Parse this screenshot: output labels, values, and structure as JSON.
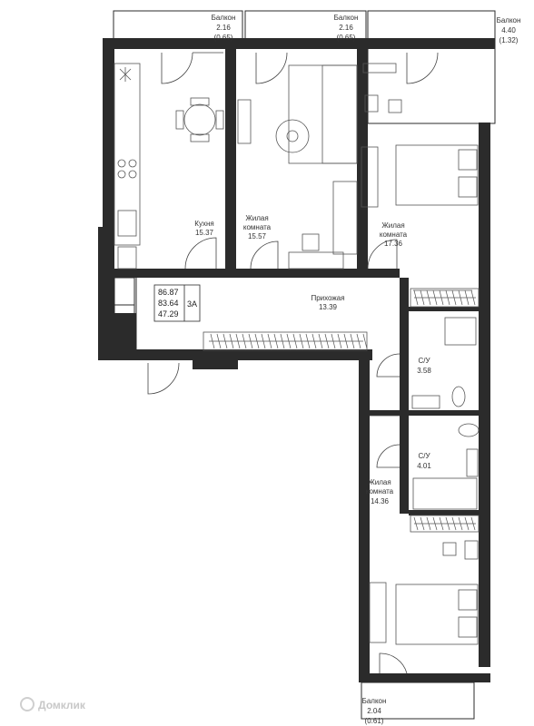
{
  "balconies": [
    {
      "id": "balcony-1",
      "label": "Балкон",
      "area": "2.16",
      "coef": "(0.65)"
    },
    {
      "id": "balcony-2",
      "label": "Балкон",
      "area": "2.16",
      "coef": "(0.65)"
    },
    {
      "id": "balcony-3",
      "label": "Балкон",
      "area": "4.40",
      "coef": "(1.32)"
    },
    {
      "id": "balcony-4",
      "label": "Балкон",
      "area": "2.04",
      "coef": "(0.61)"
    }
  ],
  "rooms": {
    "kitchen": {
      "name": "Кухня",
      "area": "15.37"
    },
    "living1": {
      "name1": "Жилая",
      "name2": "комната",
      "area": "15.57"
    },
    "living2": {
      "name1": "Жилая",
      "name2": "комната",
      "area": "17.36"
    },
    "hall": {
      "name": "Прихожая",
      "area": "13.39"
    },
    "bath1": {
      "name": "С/У",
      "area": "3.58"
    },
    "bath2": {
      "name": "С/У",
      "area": "4.01"
    },
    "living3": {
      "name1": "Жилая",
      "name2": "комната",
      "area": "14.36"
    }
  },
  "summary": {
    "total": "86.87",
    "with_coef": "83.64",
    "living": "47.29",
    "type": "3А"
  },
  "watermark": "Домклик"
}
